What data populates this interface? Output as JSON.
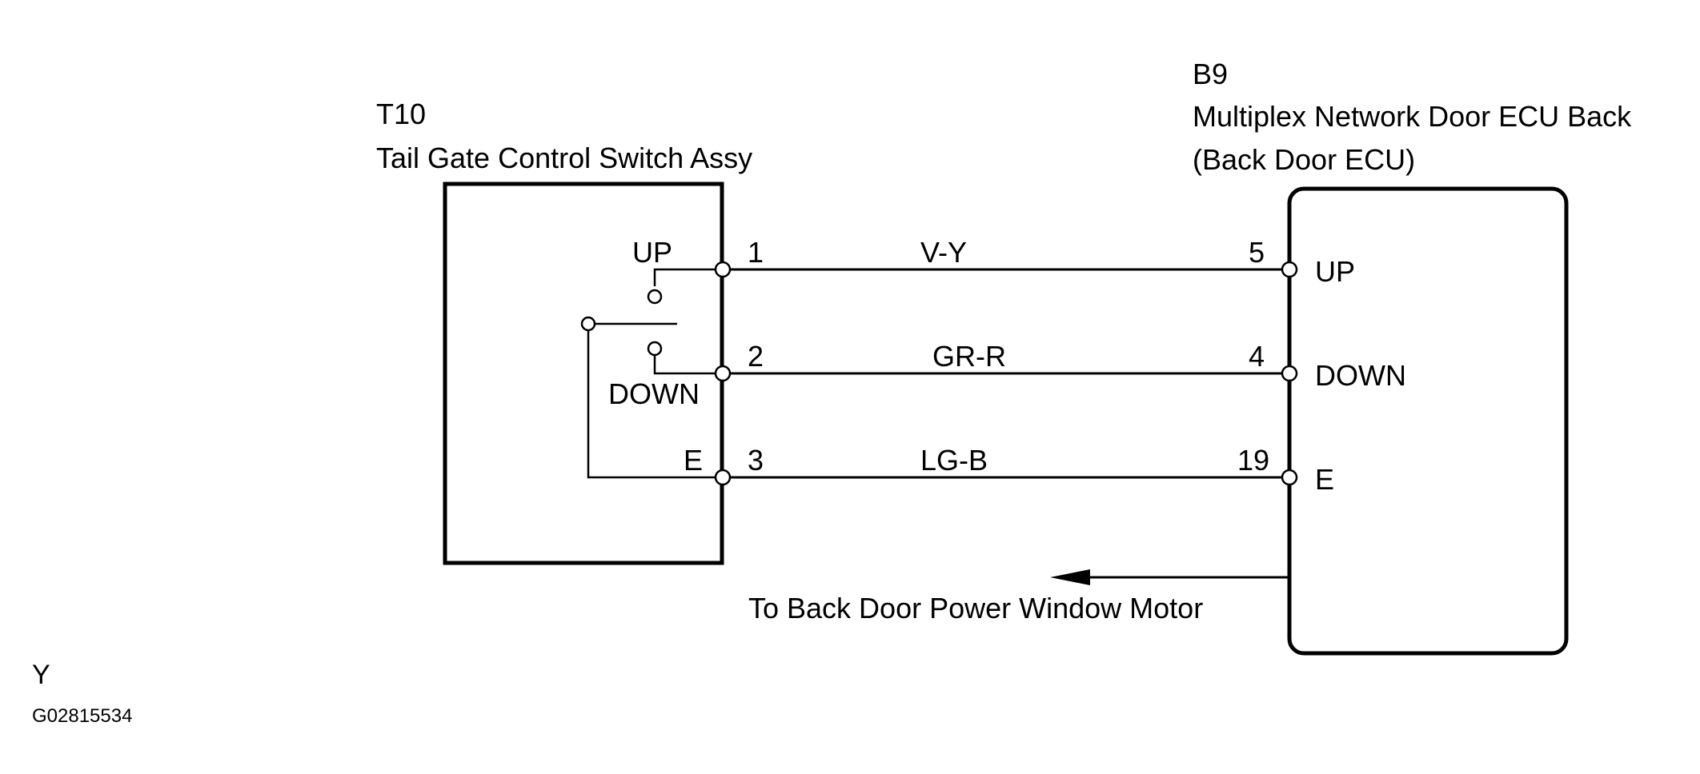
{
  "switch_component": {
    "id": "T10",
    "name": "Tail Gate Control Switch Assy",
    "labels": {
      "up": "UP",
      "down": "DOWN",
      "e": "E"
    }
  },
  "ecu_component": {
    "id": "B9",
    "name_line1": "Multiplex Network Door ECU Back",
    "name_line2": "(Back Door ECU)",
    "labels": {
      "up": "UP",
      "down": "DOWN",
      "e": "E"
    }
  },
  "wires": [
    {
      "switch_pin": "1",
      "color_code": "V-Y",
      "ecu_pin": "5"
    },
    {
      "switch_pin": "2",
      "color_code": "GR-R",
      "ecu_pin": "4"
    },
    {
      "switch_pin": "3",
      "color_code": "LG-B",
      "ecu_pin": "19"
    }
  ],
  "output": {
    "label": "To Back Door Power Window Motor"
  },
  "footer": {
    "marker": "Y",
    "figure_code": "G02815534"
  }
}
